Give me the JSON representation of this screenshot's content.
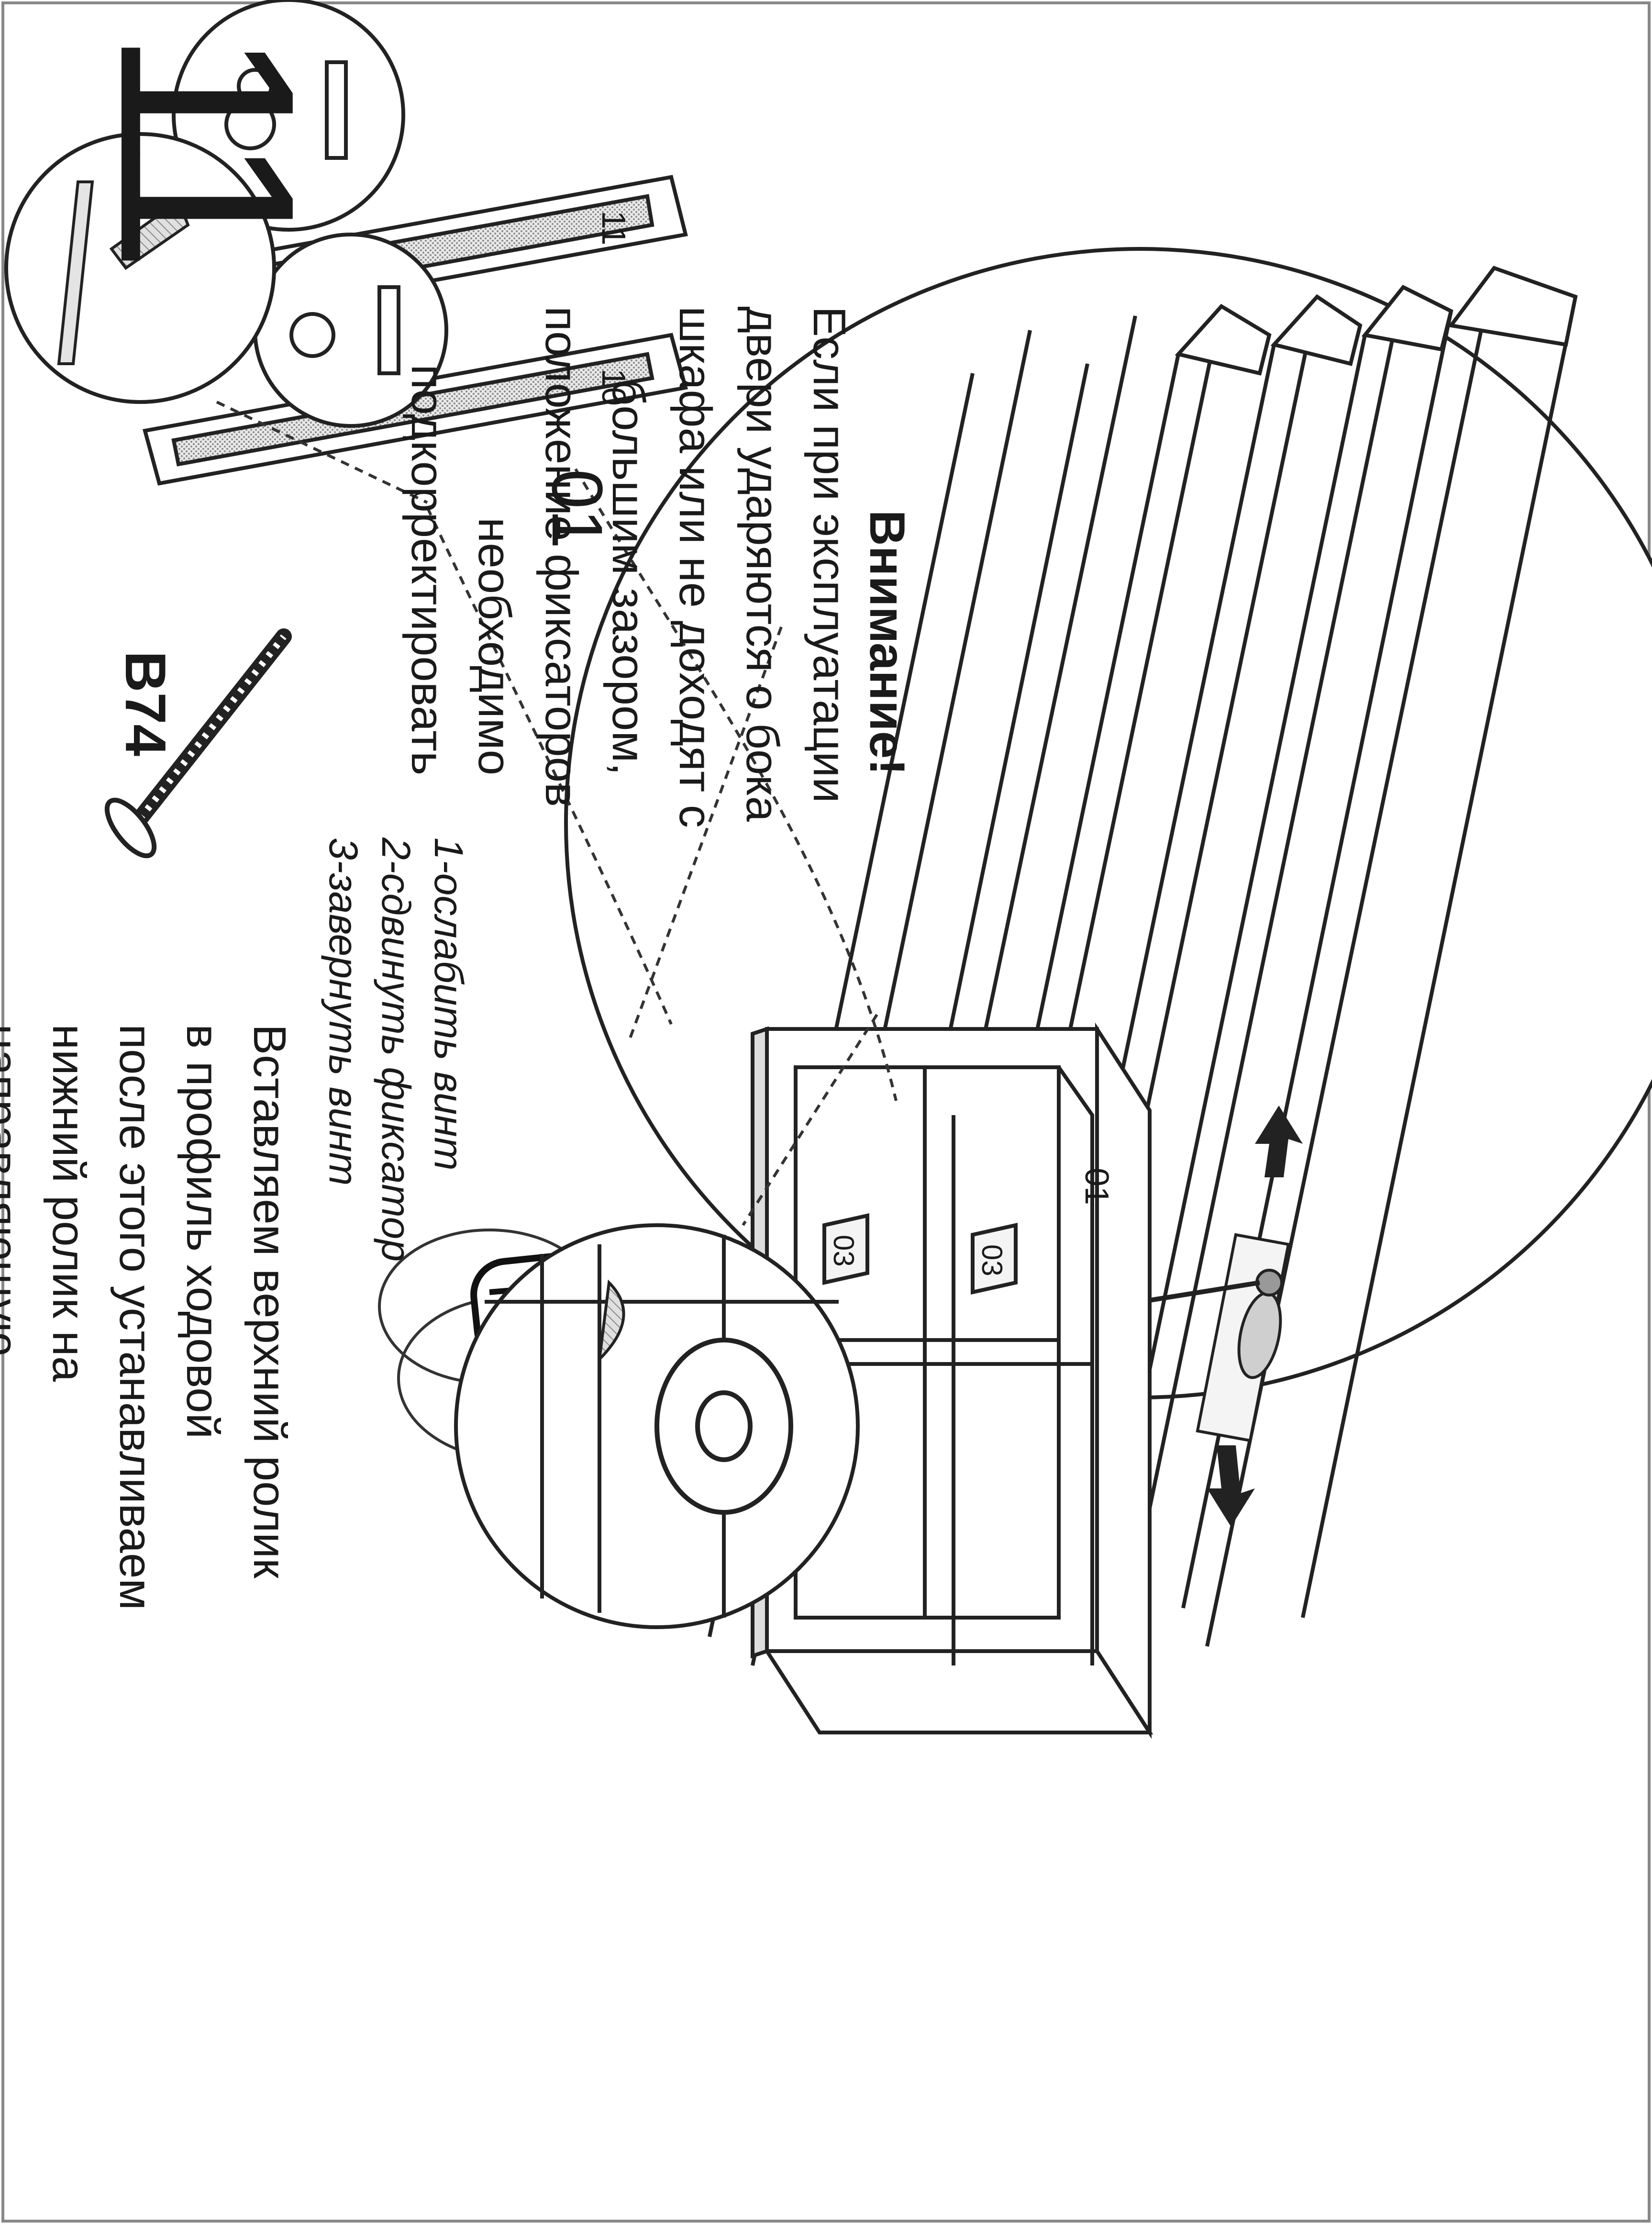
{
  "step": {
    "number": "11"
  },
  "warning": {
    "title": "Внимание!",
    "lines": [
      "Если при эксплуатации",
      "двери ударяются о бока",
      "шкафа или не доходят с",
      "большим зазором,",
      "положение фиксаторов",
      "необходимо",
      "подкорректировать"
    ]
  },
  "adjust_steps": [
    "1-ослабить винт",
    "2-сдвинуть фиксатор",
    "3-завернуть винт"
  ],
  "roller_note": {
    "lines": [
      "Вставляем верхний ролик",
      "в профиль ходовой",
      "после этого устанавливаем",
      "нижний ролик на",
      "направляющую."
    ]
  },
  "part_labels": {
    "detail_01": "01",
    "cabinet_01": "01",
    "shelf_03_top": "03",
    "shelf_03_bottom": "03",
    "door_10": "10",
    "door_11": "11",
    "screw": "B74"
  }
}
